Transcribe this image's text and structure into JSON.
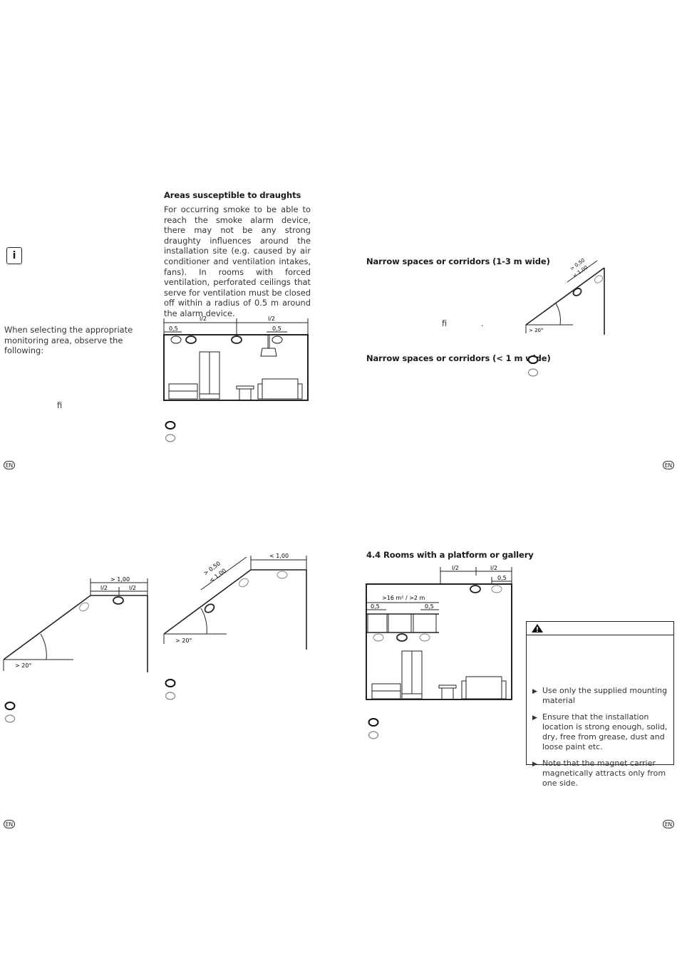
{
  "top_left": {
    "heading": "Areas susceptible to draughts",
    "paragraph": "For occurring smoke to be able to reach the smoke alarm device, there may not be any strong draughty influences around the installation site (e.g. caused by air conditioner and ventilation intakes, fans). In rooms with forced ventilation, perforated ceilings that serve for ventilation must be closed off within a radius of 0.5 m around the alarm device.",
    "info_icon_label": "i",
    "selection_note": "When selecting the appropriate monitoring area, observe the following:",
    "fragment": "fi",
    "draught_diagram": {
      "label_left_half": "l/2",
      "label_right_half": "l/2",
      "label_left_margin": "0,5",
      "label_right_margin": "0,5"
    },
    "footer_badge": "EN"
  },
  "top_right": {
    "heading_corridor_1_3": "Narrow spaces or corridors (1-3 m wide)",
    "heading_corridor_lt1": "Narrow spaces or corridors (< 1 m wide)",
    "fragment": "fi",
    "fragment_dot": ".",
    "slope_diagram": {
      "label_gt": "> 0,50",
      "label_lt": "< 1,00",
      "angle": "> 20°"
    },
    "footer_badge": "EN"
  },
  "bottom_left": {
    "slope_diagram_a": {
      "top_span": "> 1,00",
      "half_left": "l/2",
      "half_right": "l/2",
      "angle": "> 20°"
    },
    "slope_diagram_b": {
      "top_span": "< 1,00",
      "label_gt": "> 0,50",
      "label_lt": "< 1,00",
      "angle": "> 20°"
    },
    "footer_badge": "EN"
  },
  "bottom_right": {
    "heading": "4.4   Rooms with a platform or gallery",
    "gallery_diagram": {
      "half_left": "l/2",
      "half_right": "l/2",
      "margin_right": "0,5",
      "platform_label": ">16 m² / >2 m",
      "platform_left": "0,5",
      "platform_right": "0,5"
    },
    "warning_bullets": [
      "Use only the supplied mounting material",
      "Ensure that the installation location is strong enough, solid, dry, free from grease, dust and loose paint etc.",
      "Note that the magnet carrier magnetically attracts only from one side."
    ],
    "warning_dot": ".",
    "footer_badge": "EN"
  }
}
